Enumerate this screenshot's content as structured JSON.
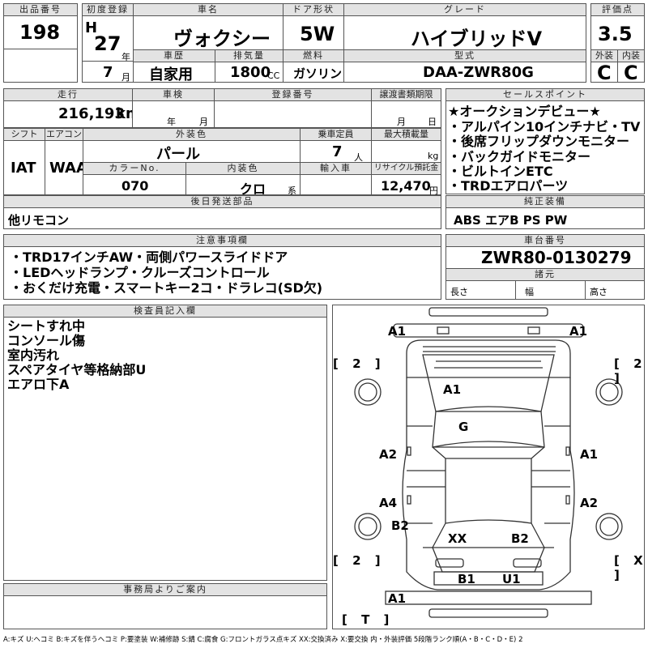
{
  "header": {
    "lot_no_label": "出品番号",
    "lot_no": "198",
    "first_reg_label": "初度登録",
    "era": "H",
    "year": "27",
    "year_unit": "年",
    "month": "7",
    "month_unit": "月",
    "car_name_label": "車名",
    "car_name": "ヴォクシー",
    "door_label": "ドア形状",
    "door": "5W",
    "grade_label": "グレード",
    "grade": "ハイブリッドV",
    "score_label": "評価点",
    "score": "3.5",
    "history_label": "車歴",
    "history": "自家用",
    "displacement_label": "排気量",
    "displacement": "1800",
    "displacement_unit": "CC",
    "fuel_label": "燃料",
    "fuel": "ガソリン",
    "model_label": "型式",
    "model": "DAA-ZWR80G",
    "exterior_label": "外装",
    "exterior": "C",
    "interior_label": "内装",
    "interior": "C"
  },
  "mileage": {
    "label": "走行",
    "value": "216,193",
    "unit": "km",
    "inspection_label": "車検",
    "inspection_year_unit": "年",
    "inspection_month_unit": "月",
    "registration_label": "登録番号",
    "transfer_label": "譲渡書類期限",
    "transfer_month_unit": "月",
    "transfer_day_unit": "日"
  },
  "specs": {
    "shift_label": "シフト",
    "shift": "IAT",
    "ac_label": "エアコン",
    "ac": "WAA",
    "color_label": "外装色",
    "color": "パール",
    "capacity_label": "乗車定員",
    "capacity": "7",
    "capacity_unit": "人",
    "load_label": "最大積載量",
    "load_unit": "kg",
    "color_no_label": "カラーNo.",
    "color_no": "070",
    "interior_color_label": "内装色",
    "interior_color": "クロ",
    "interior_color_unit": "系",
    "import_label": "輸入車",
    "recycle_label": "リサイクル預託金",
    "recycle": "12,470",
    "recycle_unit": "円"
  },
  "later_parts": {
    "label": "後日発送部品",
    "value": "他リモコン"
  },
  "selling_points": {
    "label": "セールスポイント",
    "items": [
      "★オークションデビュー★",
      "・アルパイン10インチナビ・TV",
      "・後席フリップダウンモニター",
      "・バックガイドモニター",
      "・ビルトインETC",
      "・TRDエアロパーツ"
    ]
  },
  "equipment": {
    "label": "純正装備",
    "value": "ABS エアB PS PW"
  },
  "notes": {
    "label": "注意事項欄",
    "items": [
      "・TRD17インチAW・両側パワースライドドア",
      "・LEDヘッドランプ・クルーズコントロール",
      "・おくだけ充電・スマートキー2コ・ドラレコ(SD欠)"
    ]
  },
  "chassis": {
    "label": "車台番号",
    "value": "ZWR80-0130279"
  },
  "dimensions": {
    "label": "諸元",
    "length_label": "長さ",
    "width_label": "幅",
    "height_label": "高さ"
  },
  "inspector": {
    "label": "検査員記入欄",
    "items": [
      "シートすれ中",
      "コンソール傷",
      "室内汚れ",
      "スペアタイヤ等格納部U",
      "エアロ下A"
    ]
  },
  "office": {
    "label": "事務局よりご案内"
  },
  "diagram": {
    "marks": {
      "front_left": "A1",
      "front_right": "A1",
      "bracket_fl": "[ 2 ]",
      "bracket_fr": "[ 2 ]",
      "hood": "A1",
      "roof": "G",
      "front_door_left": "A2",
      "front_door_right": "A1",
      "rear_door_left": "A4",
      "rear_door_right": "A2",
      "rear_left": "B2",
      "rear_right": "B2",
      "tailgate": "XX",
      "bracket_rl": "[ 2 ]",
      "bracket_rr": "[ X ]",
      "bumper_left": "B1",
      "bumper_right": "U1",
      "rear_bottom": "A1",
      "bracket_t": "[ T ]"
    }
  },
  "legend": "A:キズ U:ヘコミ B:キズを伴うヘコミ P:要塗装 W:補修跡 S:錆 C:腐食 G:フロントガラス点キズ XX:交換済み X:要交換 内・外装評価 5段階ランク順(A・B・C・D・E) 2"
}
